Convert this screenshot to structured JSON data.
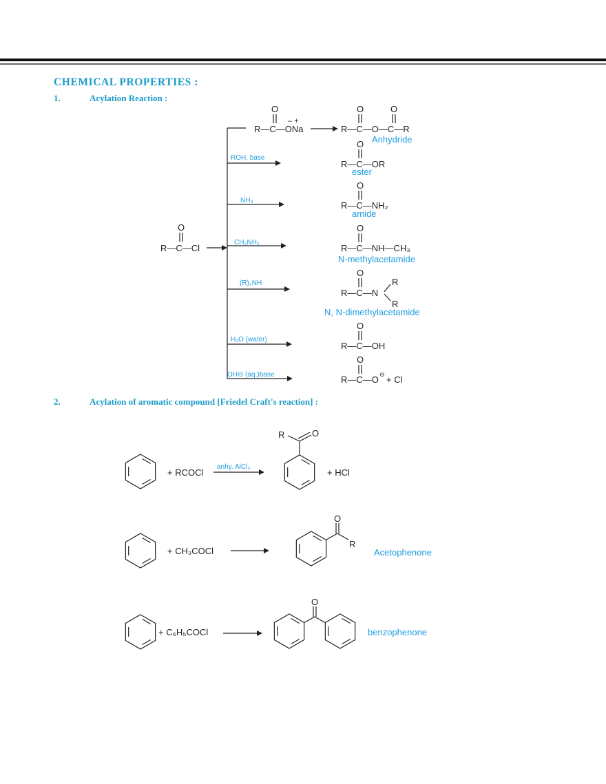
{
  "header": {
    "title": "CHEMICAL PROPERTIES :",
    "color": "#1a9cc9"
  },
  "carbonyl_o": "O",
  "section1": {
    "number": "1.",
    "title": "Acylation Reaction :",
    "reactant": "R—C—Cl",
    "top_reagent": {
      "formula": "R—C—ONa",
      "charges": "–  +"
    },
    "anhydride": {
      "formula": "R—C—O—C—R",
      "name": "Anhydride"
    },
    "branches": [
      {
        "reagent": "ROH, base",
        "product": "R—C—OR",
        "name": "ester"
      },
      {
        "reagent": "NH₃",
        "product": "R—C—NH₂",
        "name": "amide"
      },
      {
        "reagent": "CH₃NH₂",
        "product": "R—C—NH—CH₃",
        "name": "N-methylacetamide"
      },
      {
        "reagent": "(R)₂NH",
        "product": "R—C—N",
        "substituents": [
          "R",
          "R"
        ],
        "name": "N, N-dimethylacetamide"
      },
      {
        "reagent": "H₂O (water)",
        "product": "R—C—OH"
      },
      {
        "reagent": "OH⊖ (aq.)base",
        "product": "R—C—O",
        "charge": "⊖",
        "extra": "+ Cl"
      }
    ]
  },
  "section2": {
    "number": "2.",
    "title": "Acylation of aromatic compound [Friedel Craft's reaction] :",
    "reactions": [
      {
        "reagent": "+ RCOCl",
        "condition": "anhy. AlCl₃",
        "product_r": "R",
        "product_o": "O",
        "byproduct": "+ HCl"
      },
      {
        "reagent": "+ CH₃COCl",
        "product_r": "R",
        "product_o": "O",
        "name": "Acetophenone"
      },
      {
        "reagent": "+ C₆H₅COCl",
        "product_o": "O",
        "name": "benzophenone"
      }
    ]
  }
}
